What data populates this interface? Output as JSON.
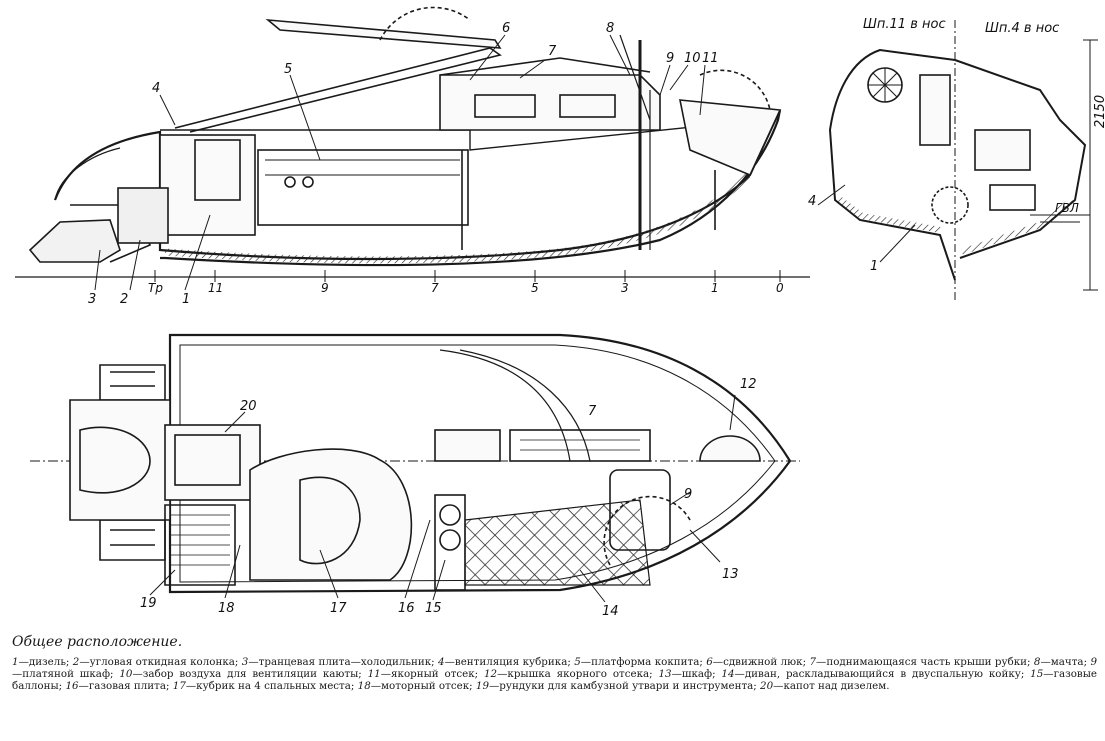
{
  "side_view": {
    "part_labels": [
      "1",
      "2",
      "3",
      "4",
      "5",
      "6",
      "7",
      "8",
      "9",
      "10",
      "11"
    ],
    "frame_scale": [
      "Тр",
      "11",
      "9",
      "7",
      "5",
      "3",
      "1",
      "0"
    ]
  },
  "sections": {
    "left_header": "Шп.11 в нос",
    "right_header": "Шп.4 в нос",
    "height_dim": "2150",
    "waterline": "ГВЛ",
    "part_labels": [
      "4",
      "1"
    ]
  },
  "plan_view": {
    "part_labels": [
      "20",
      "7",
      "12",
      "9",
      "13",
      "14",
      "15",
      "16",
      "17",
      "18",
      "19"
    ]
  },
  "caption": {
    "title": "Общее расположение.",
    "legend": [
      {
        "num": "1",
        "text": "дизель;"
      },
      {
        "num": "2",
        "text": "угловая откидная колонка;"
      },
      {
        "num": "3",
        "text": "транцевая плита—холодильник;"
      },
      {
        "num": "4",
        "text": "вентиляция кубрика;"
      },
      {
        "num": "5",
        "text": "платформа кокпита;"
      },
      {
        "num": "6",
        "text": "сдвижной люк;"
      },
      {
        "num": "7",
        "text": "поднимающаяся часть крыши рубки;"
      },
      {
        "num": "8",
        "text": "мачта;"
      },
      {
        "num": "9",
        "text": "платяной шкаф;"
      },
      {
        "num": "10",
        "text": "забор воздуха для вентиляции каюты;"
      },
      {
        "num": "11",
        "text": "якорный отсек;"
      },
      {
        "num": "12",
        "text": "крышка якорного отсека;"
      },
      {
        "num": "13",
        "text": "шкаф;"
      },
      {
        "num": "14",
        "text": "диван, раскладывающийся в двуспальную койку;"
      },
      {
        "num": "15",
        "text": "газовые баллоны;"
      },
      {
        "num": "16",
        "text": "газовая плита;"
      },
      {
        "num": "17",
        "text": "кубрик на 4 спальных места;"
      },
      {
        "num": "18",
        "text": "моторный отсек;"
      },
      {
        "num": "19",
        "text": "рундуки для камбузной утвари и инструмента;"
      },
      {
        "num": "20",
        "text": "капот над дизелем."
      }
    ]
  },
  "colors": {
    "ink": "#1a1a1a",
    "paper": "#ffffff"
  }
}
